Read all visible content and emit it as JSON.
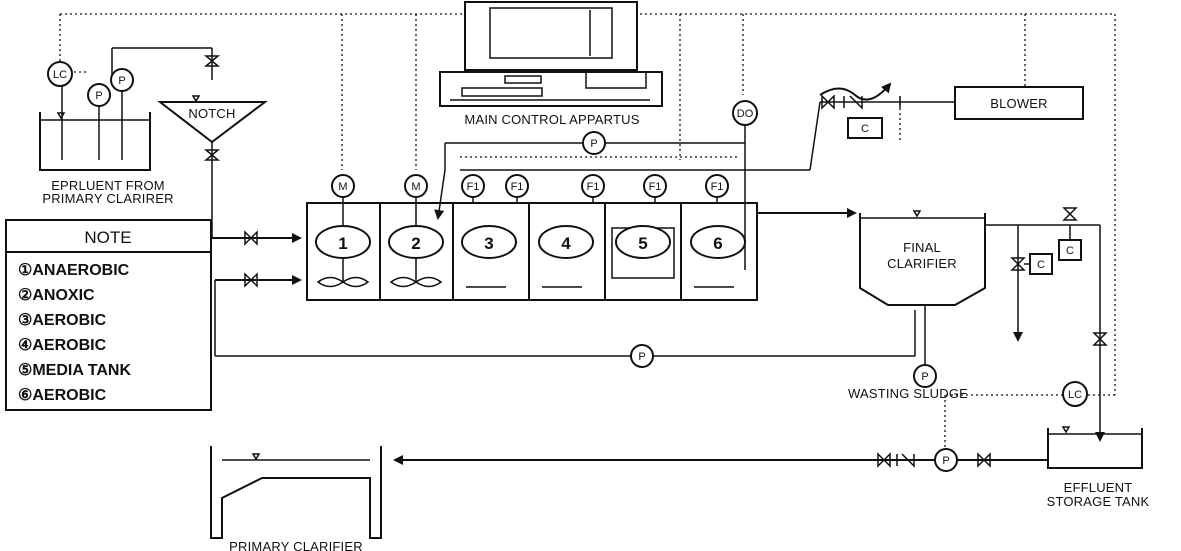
{
  "labels": {
    "main_control": "MAIN CONTROL APPARTUS",
    "blower": "BLOWER",
    "notch": "NOTCH",
    "effluent_from": [
      "EPRLUENT FROM",
      "PRIMARY CLARIRER"
    ],
    "final_clarifier": [
      "FINAL",
      "CLARIFIER"
    ],
    "wasting_sludge": "WASTING SLUDGE",
    "effluent_storage": [
      "EFFLUENT",
      "STORAGE TANK"
    ],
    "primary_clarifier": "PRIMARY CLARIFIER"
  },
  "tags": {
    "lc": "LC",
    "p": "P",
    "m": "M",
    "f1": "F1",
    "do": "DO",
    "c": "C"
  },
  "tanks": [
    "1",
    "2",
    "3",
    "4",
    "5",
    "6"
  ],
  "note": {
    "title": "NOTE",
    "items": [
      "①ANAEROBIC",
      "②ANOXIC",
      "③AEROBIC",
      "④AEROBIC",
      "⑤MEDIA TANK",
      "⑥AEROBIC"
    ]
  }
}
